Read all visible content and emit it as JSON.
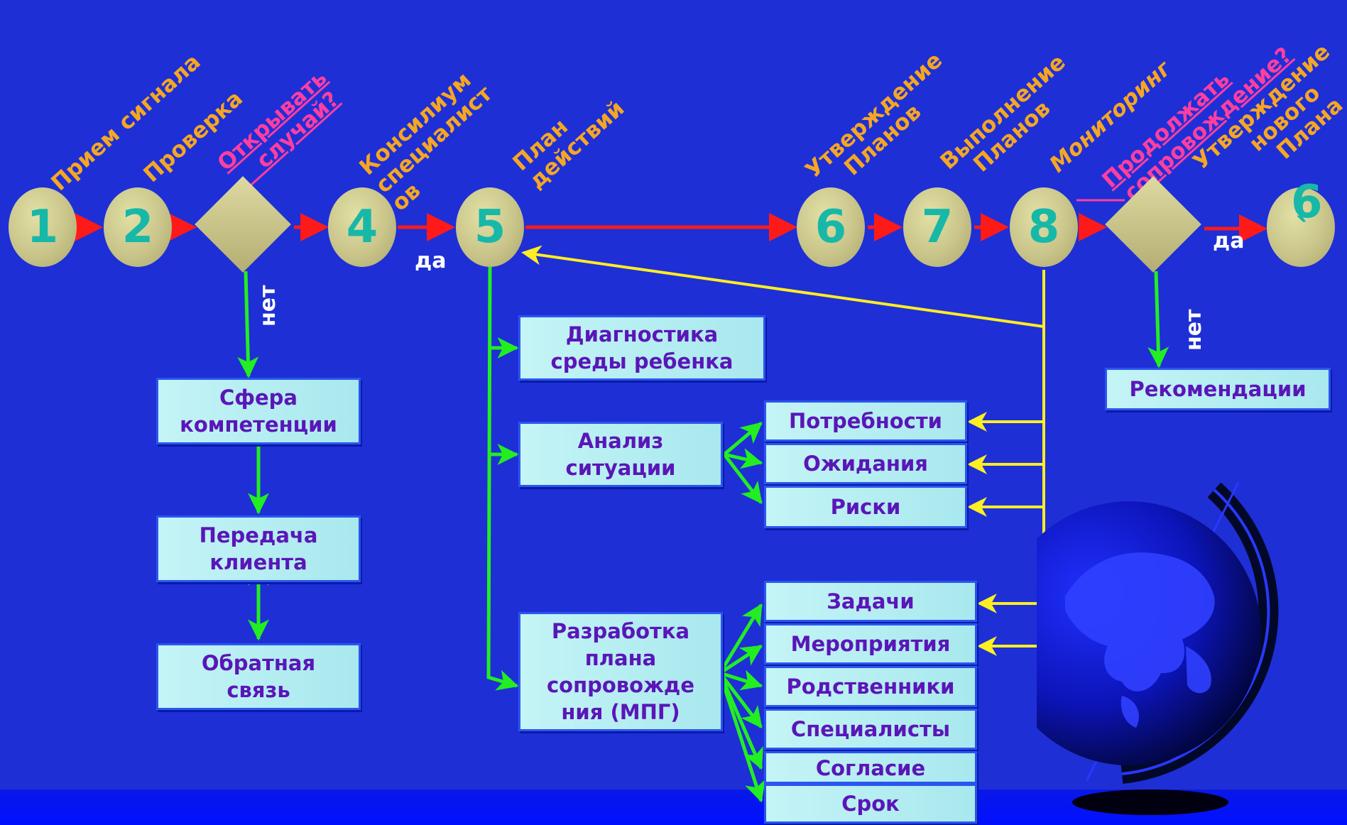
{
  "header_labels": {
    "step1": "Прием сигнала",
    "step2": "Проверка",
    "step3": "Открывать\n    случай?",
    "step4": "Консилиум\nспециалист\nов",
    "step5": "План\nдействий",
    "step6": "Утверждение\n    Планов",
    "step7": "Выполнение\n   Планов",
    "step8": "Мониторинг",
    "step9": "Продолжать\n сопровождение?",
    "step10": "Утверждение\n       нового\n         Плана"
  },
  "nodes": {
    "n1": "1",
    "n2": "2",
    "n4": "4",
    "n5": "5",
    "n6": "6",
    "n7": "7",
    "n8": "8",
    "n6b": "6",
    "n6b_mark": "`"
  },
  "branch_labels": {
    "yes1": "да",
    "no1": "нет",
    "yes2": "да",
    "no2": "нет"
  },
  "left_boxes": {
    "competence": "Сфера\nкомпетенции",
    "transfer": "Передача\nклиента",
    "feedback": "Обратная\nсвязь"
  },
  "mid_boxes": {
    "diagnostics": "Диагностика\nсреды ребенка",
    "analysis": "Анализ\nситуации",
    "plan": "Разработка\nплана\nсопровожде\nния (МПГ)"
  },
  "analysis_items": [
    "Потребности",
    "Ожидания",
    "Риски"
  ],
  "plan_items": [
    "Задачи",
    "Мероприятия",
    "Родственники",
    "Специалисты",
    "Согласие",
    "Срок"
  ],
  "recommendations": "Рекомендации",
  "colors": {
    "background": "#1e2fd6",
    "flow_arrow": "#ff1a1a",
    "branch_arrow": "#22ee22",
    "monitor_arrow": "#ffee22",
    "node_text": "#17b8a8",
    "label_orange": "#f5a623",
    "label_pink": "#ff3fa0",
    "box_text": "#5a16b8"
  },
  "icons": [
    "globe-icon"
  ]
}
